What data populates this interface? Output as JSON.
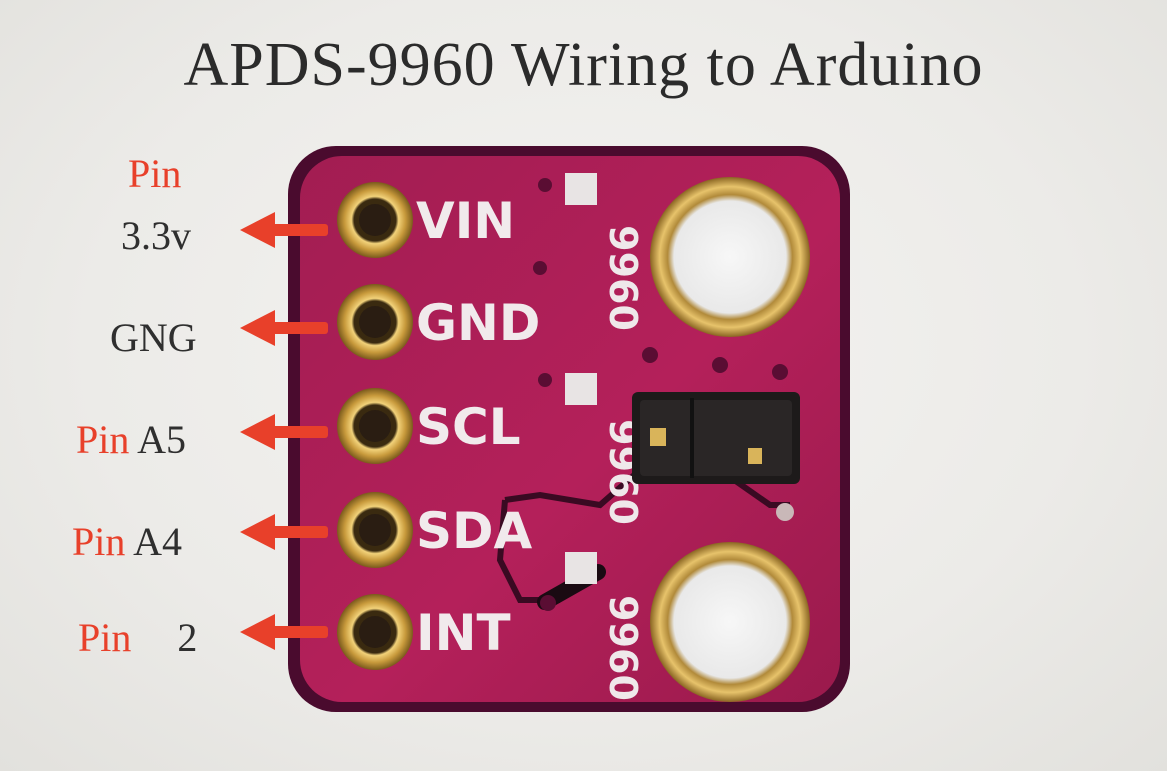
{
  "title": "APDS-9960 Wiring to Arduino",
  "column_header": "Pin",
  "wiring": [
    {
      "pin": "VIN",
      "prefix": "",
      "target": "3.3v"
    },
    {
      "pin": "GND",
      "prefix": "",
      "target": "GNG"
    },
    {
      "pin": "SCL",
      "prefix": "Pin",
      "target": "A5"
    },
    {
      "pin": "SDA",
      "prefix": "Pin",
      "target": "A4"
    },
    {
      "pin": "INT",
      "prefix": "Pin",
      "target": "2"
    }
  ],
  "board_silkscreen": [
    "9960",
    "9960",
    "9960"
  ],
  "colors": {
    "board": "#b01f55",
    "board_edge": "#5e0f3a",
    "arrow": "#e8402a",
    "label_red": "#e8402a",
    "gold": "#c89a3c"
  }
}
